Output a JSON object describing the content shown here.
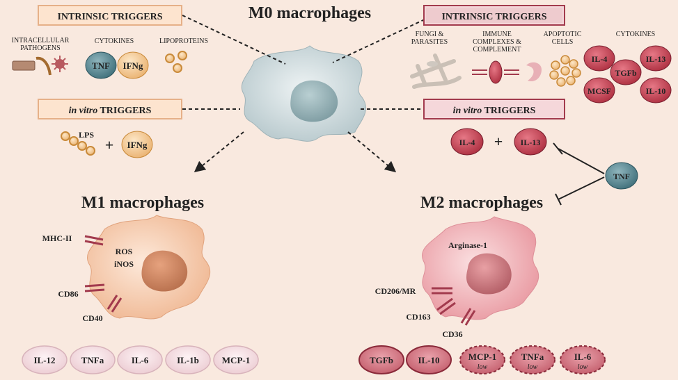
{
  "title": "M0 macrophages",
  "left": {
    "intrinsic_header": "INTRINSIC TRIGGERS",
    "pathogens_label_1": "INTRACELLULAR",
    "pathogens_label_2": "PATHOGENS",
    "cytokines_label": "CYTOKINES",
    "lipoproteins_label": "LIPOPROTEINS",
    "tnf": "TNF",
    "ifng": "IFNg",
    "invitro_header_em": "in vitro",
    "invitro_header_rest": " TRIGGERS",
    "lps": "LPS",
    "plus": "+",
    "ifng2": "IFNg",
    "m1_title": "M1 macrophages",
    "mhc": "MHC-II",
    "ros": "ROS",
    "inos": "iNOS",
    "cd86": "CD86",
    "cd40": "CD40",
    "outputs": [
      "IL-12",
      "TNFa",
      "IL-6",
      "IL-1b",
      "MCP-1"
    ]
  },
  "right": {
    "intrinsic_header": "INTRINSIC TRIGGERS",
    "fungi_1": "FUNGI &",
    "fungi_2": "PARASITES",
    "immune_1": "IMMUNE",
    "immune_2": "COMPLEXES &",
    "immune_3": "COMPLEMENT",
    "apoptotic_1": "APOPTOTIC",
    "apoptotic_2": "CELLS",
    "cytokines_label": "CYTOKINES",
    "cytokines": [
      "IL-4",
      "IL-13",
      "TGFb",
      "MCSF",
      "IL-10"
    ],
    "invitro_header_em": "in vitro",
    "invitro_header_rest": " TRIGGERS",
    "il4": "IL-4",
    "plus": "+",
    "il13": "IL-13",
    "tnf": "TNF",
    "m2_title": "M2 macrophages",
    "arginase": "Arginase-1",
    "cd206": "CD206/MR",
    "cd163": "CD163",
    "cd36": "CD36",
    "outputs": [
      {
        "label": "TGFb",
        "sub": ""
      },
      {
        "label": "IL-10",
        "sub": ""
      },
      {
        "label": "MCP-1",
        "sub": "low"
      },
      {
        "label": "TNFa",
        "sub": "low"
      },
      {
        "label": "IL-6",
        "sub": "low"
      }
    ]
  },
  "colors": {
    "left_header_bg": "#fde4cf",
    "right_header_bg": "#a23a4d",
    "orange_pill": "#f3c692",
    "orange_pill_stroke": "#c98a3a",
    "red_pill": "#c8404f",
    "m0_cell": "#d3e0e3",
    "m1_cell": "#f6cdb0",
    "m2_cell": "#f1b7bd"
  }
}
